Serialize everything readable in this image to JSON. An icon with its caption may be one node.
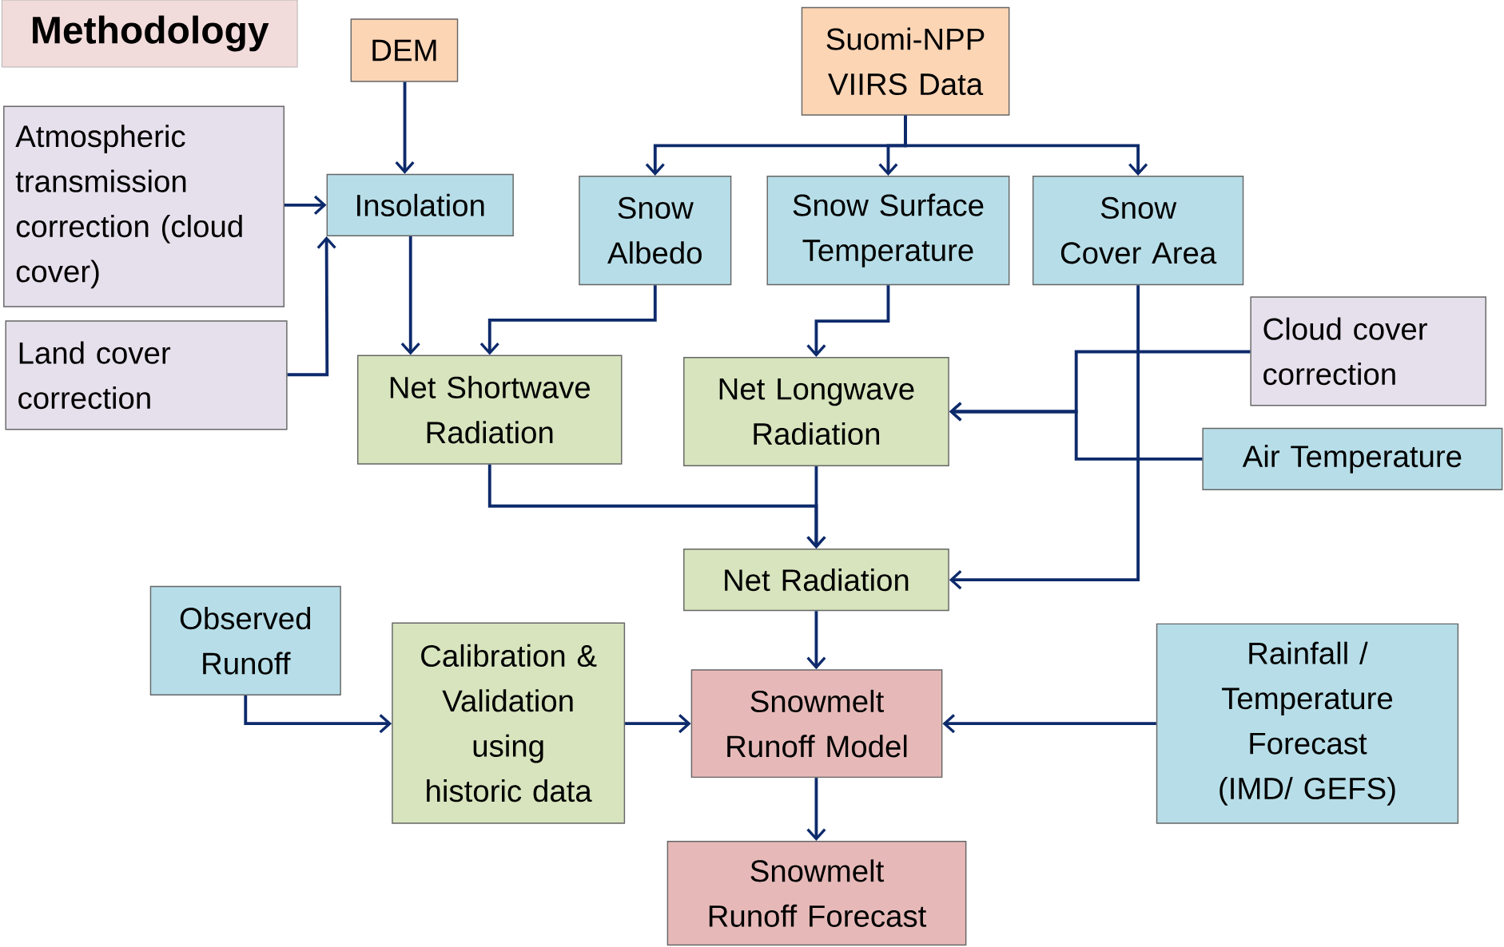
{
  "diagram": {
    "title": "Methodology",
    "nodes": [
      {
        "text": [
          "DEM"
        ]
      },
      {
        "text": [
          "Suomi-NPP VIIRS Data"
        ]
      },
      {
        "text": [
          "Atmospheric transmission correction (cloud cover)"
        ]
      },
      {
        "text": [
          "Insolation"
        ]
      },
      {
        "text": [
          "Snow Albedo"
        ]
      },
      {
        "text": [
          "Snow Surface Temperature"
        ]
      },
      {
        "text": [
          "Snow Cover Area"
        ]
      },
      {
        "text": [
          "Land cover correction"
        ]
      },
      {
        "text": [
          "Cloud cover correction"
        ]
      },
      {
        "text": [
          "Net Shortwave Radiation"
        ]
      },
      {
        "text": [
          "Net Longwave Radiation"
        ]
      },
      {
        "text": [
          "Air Temperature"
        ]
      },
      {
        "text": [
          "Net Radiation"
        ]
      },
      {
        "text": [
          "Observed Runoff"
        ]
      },
      {
        "text": [
          "Calibration & Validation using historic data"
        ]
      },
      {
        "text": [
          "Snowmelt Runoff Model"
        ]
      },
      {
        "text": [
          "Rainfall / Temperature Forecast (IMD/ GEFS)"
        ]
      },
      {
        "text": [
          "Snowmelt Runoff Forecast"
        ]
      }
    ],
    "edges": [
      {
        "from": 0,
        "to": 3,
        "arrow": "to"
      },
      {
        "from": 1,
        "to": 4,
        "arrow": "to"
      },
      {
        "from": 1,
        "to": 5,
        "arrow": "to"
      },
      {
        "from": 1,
        "to": 6,
        "arrow": "to"
      },
      {
        "from": 2,
        "to": 3,
        "arrow": "to"
      },
      {
        "from": 7,
        "to": 3,
        "arrow": "to"
      },
      {
        "from": 3,
        "to": 9,
        "arrow": "to"
      },
      {
        "from": 4,
        "to": 9,
        "arrow": "to"
      },
      {
        "from": 5,
        "to": 10,
        "arrow": "to"
      },
      {
        "from": 8,
        "to": 10,
        "arrow": "to"
      },
      {
        "from": 11,
        "to": 10,
        "arrow": "to"
      },
      {
        "from": 9,
        "to": 12,
        "arrow": "to"
      },
      {
        "from": 10,
        "to": 12,
        "arrow": "to"
      },
      {
        "from": 6,
        "to": 12,
        "arrow": "to"
      },
      {
        "from": 12,
        "to": 15,
        "arrow": "to"
      },
      {
        "from": 13,
        "to": 14,
        "arrow": "to"
      },
      {
        "from": 14,
        "to": 15,
        "arrow": "to"
      },
      {
        "from": 16,
        "to": 15,
        "arrow": "to"
      },
      {
        "from": 15,
        "to": 17,
        "arrow": "to"
      }
    ]
  }
}
